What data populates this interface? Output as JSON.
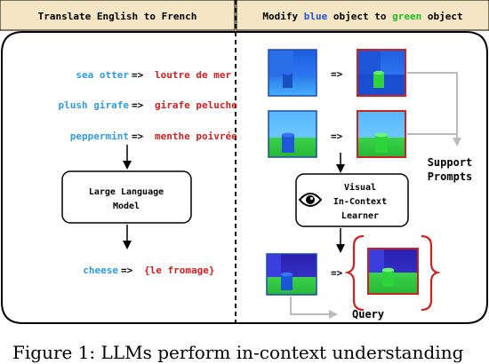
{
  "left_panel": {
    "header": "Translate English to French",
    "examples": [
      {
        "src": "sea otter",
        "arrow": "=>",
        "tgt": "loutre de mer"
      },
      {
        "src": "plush girafe",
        "arrow": "=>",
        "tgt": "girafe peluche"
      },
      {
        "src": "peppermint",
        "arrow": "=>",
        "tgt": "menthe poivrée"
      }
    ],
    "model_box": {
      "line1": "Large Language",
      "line2": "Model"
    },
    "query": {
      "src": "cheese",
      "arrow": "=>",
      "tgt": "{le fromage}"
    }
  },
  "right_panel": {
    "header_prefix": "Modify ",
    "header_blue": "blue",
    "header_mid": " object to ",
    "header_green": "green",
    "header_suffix": " object",
    "arrow": "=>",
    "learner_box": {
      "line1": "Visual",
      "line2": "In-Context",
      "line3": "Learner"
    },
    "support_label": {
      "line1": "Support",
      "line2": "Prompts"
    },
    "query_label": "Query"
  },
  "caption": "Figure 1: LLMs perform in-context understanding",
  "colors": {
    "source_text": "#3399dd",
    "target_text": "#cc2222",
    "header_blue": "#2255cc",
    "header_green": "#22bb22",
    "header_bg": "#f4e6c4",
    "support_arrow": "#bbbbbb",
    "bracket": "#cc2222"
  }
}
